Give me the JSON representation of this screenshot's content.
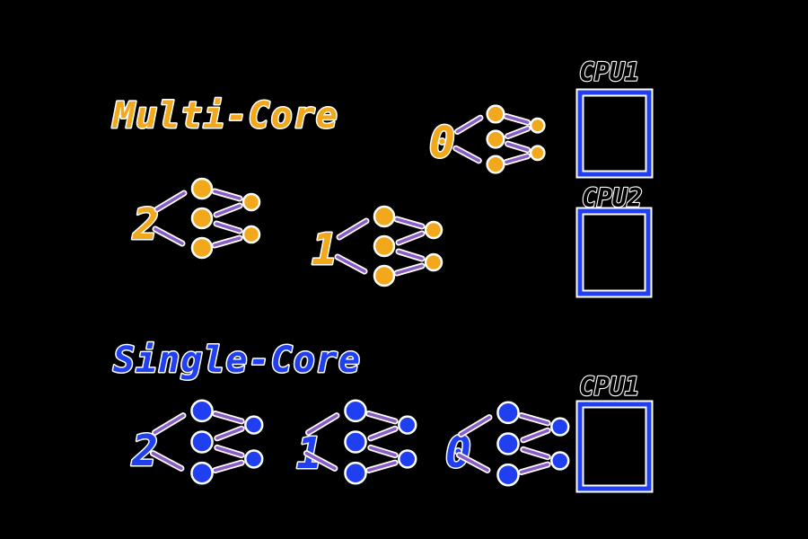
{
  "colors": {
    "background": "#000000",
    "outline": "#ffffff",
    "multi_core": "#f2a81d",
    "single_core": "#1f3ff0",
    "dash": "#8a5cc8"
  },
  "multi_core": {
    "title": "Multi-Core",
    "cpus": [
      {
        "label": "CPU1"
      },
      {
        "label": "CPU2"
      }
    ],
    "tasks": [
      {
        "label": "0"
      },
      {
        "label": "2"
      },
      {
        "label": "1"
      }
    ]
  },
  "single_core": {
    "title": "Single-Core",
    "cpus": [
      {
        "label": "CPU1"
      }
    ],
    "tasks": [
      {
        "label": "2"
      },
      {
        "label": "1"
      },
      {
        "label": "0"
      }
    ]
  }
}
